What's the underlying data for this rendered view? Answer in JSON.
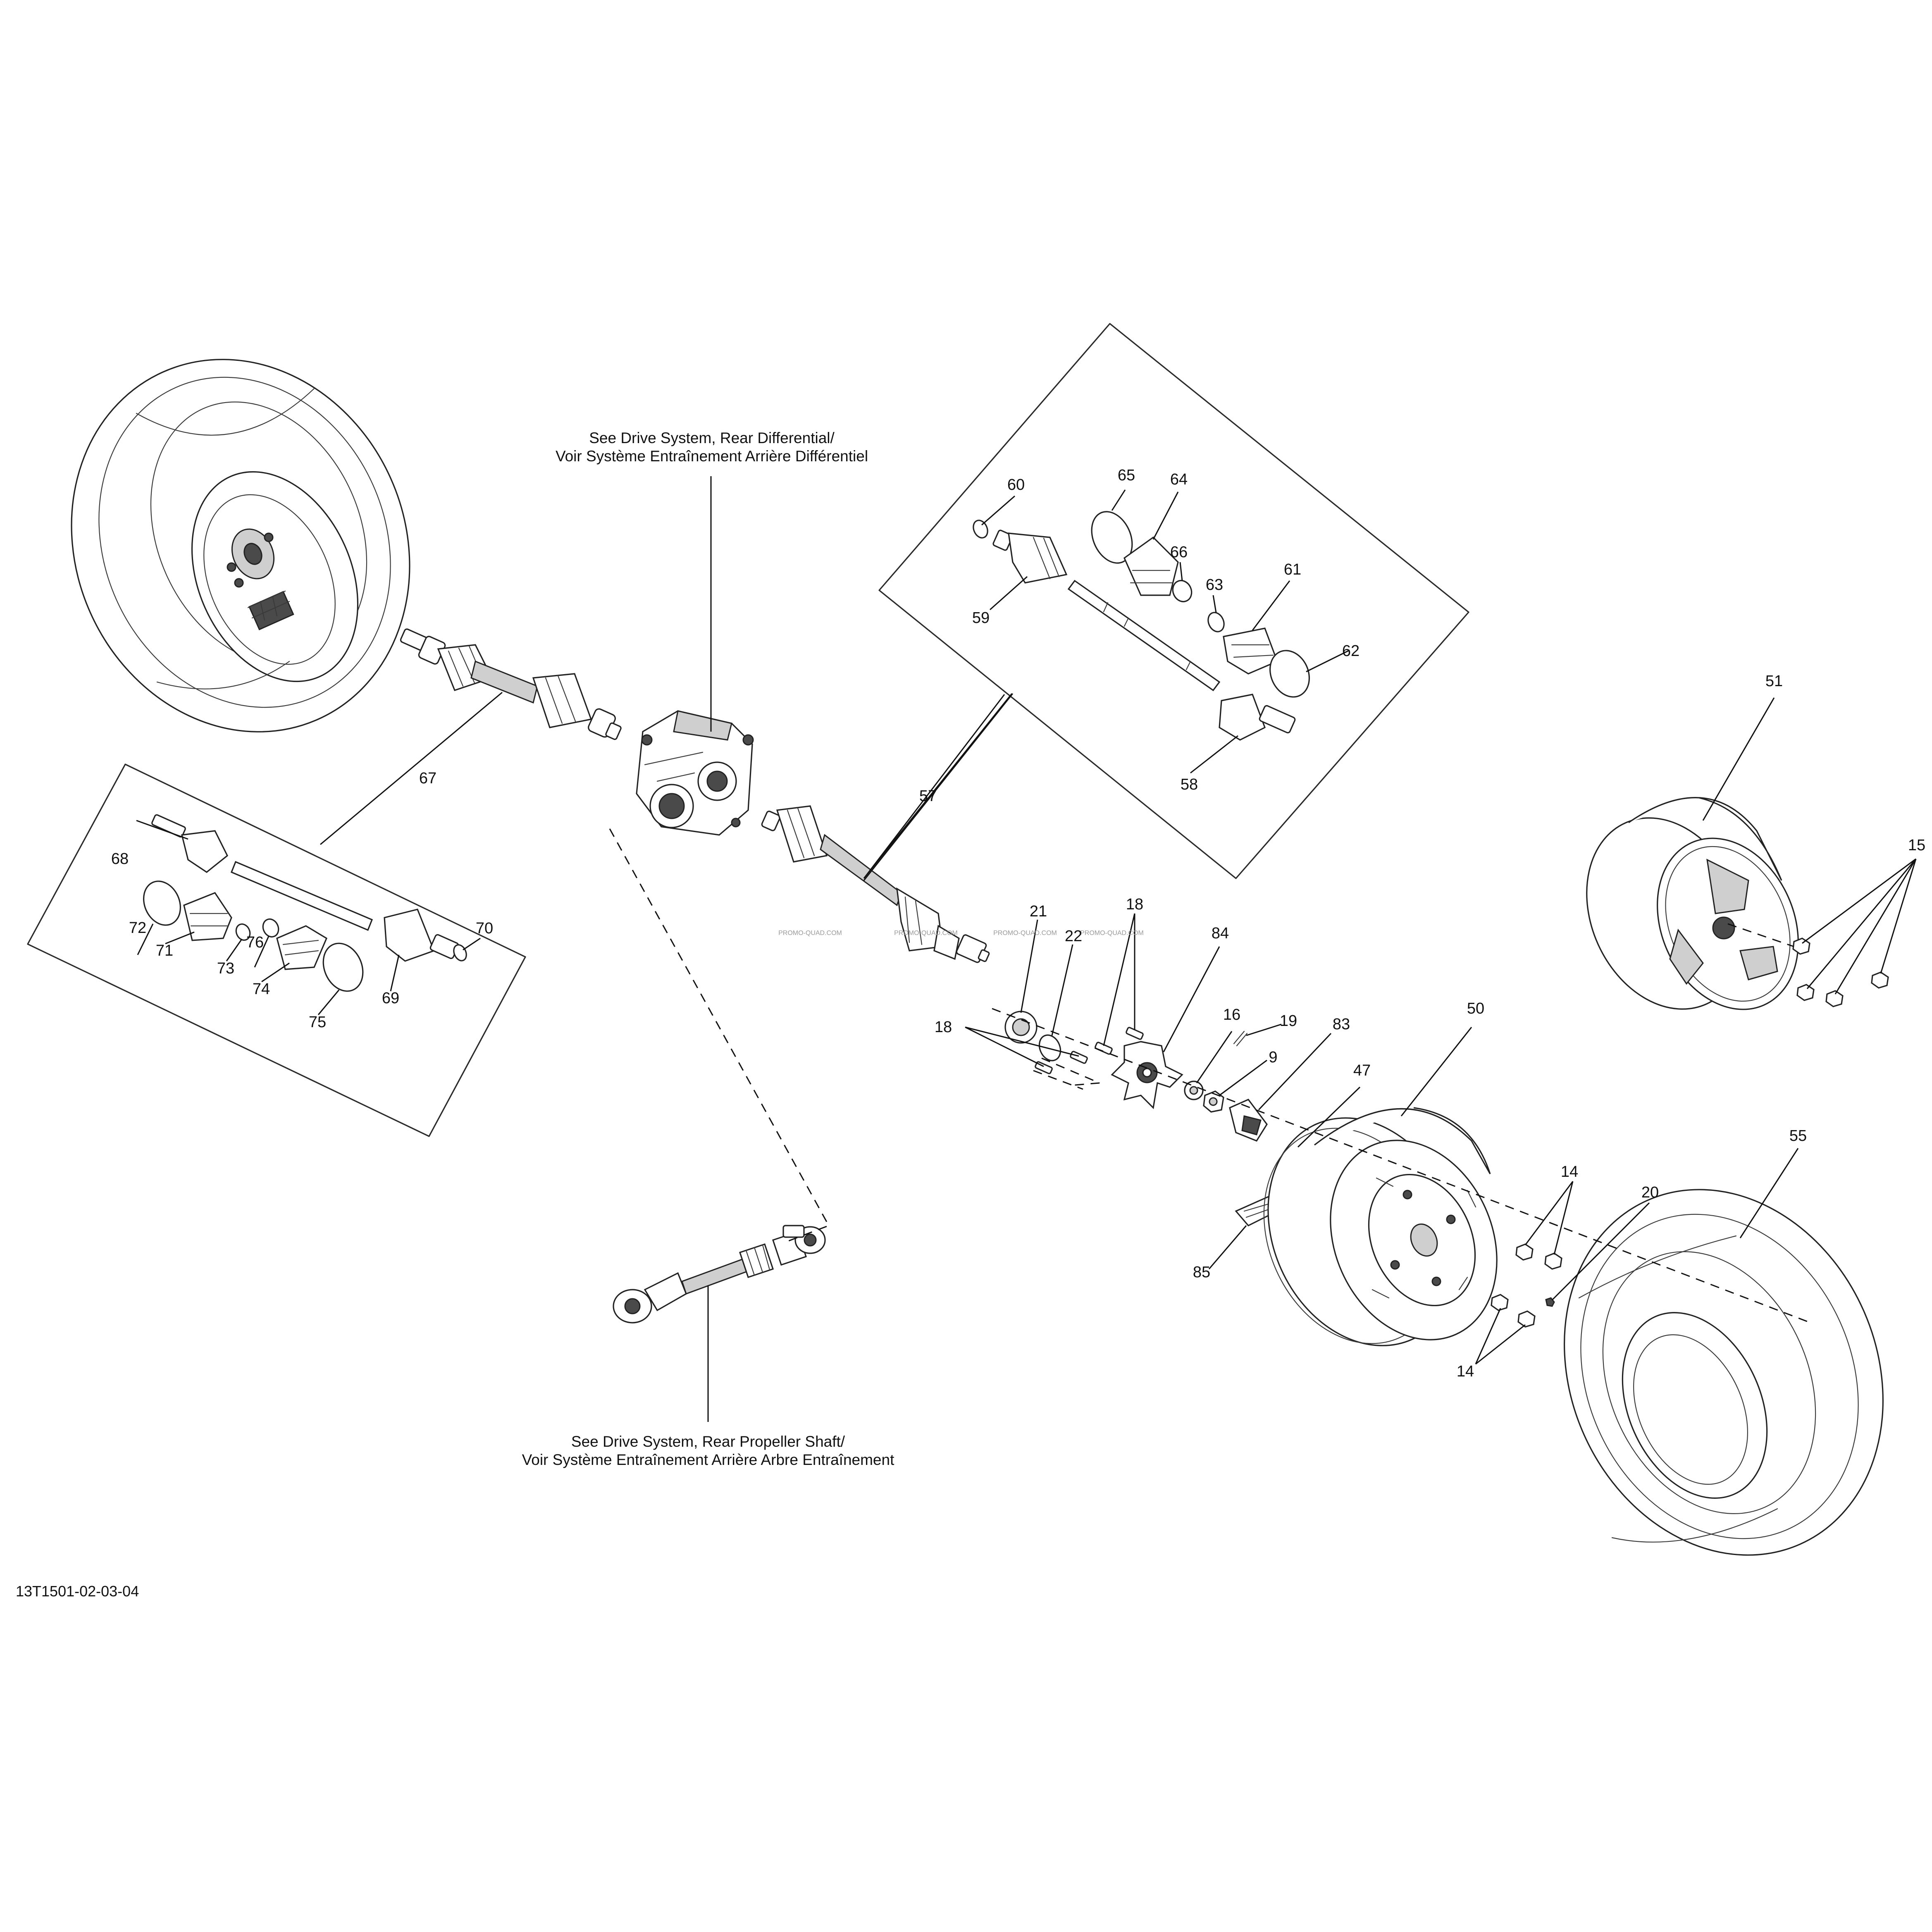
{
  "notes": {
    "rear_differential_line1": "See Drive System, Rear Differential/",
    "rear_differential_line2": "Voir Système Entraînement Arrière Différentiel",
    "propeller_shaft_line1": "See Drive System, Rear Propeller Shaft/",
    "propeller_shaft_line2": "Voir Système Entraînement Arrière Arbre Entraînement"
  },
  "document_id": "13T1501-02-03-04",
  "watermark": "PROMO-QUAD.COM",
  "callouts": {
    "c9": "9",
    "c14a": "14",
    "c14b": "14",
    "c15": "15",
    "c16": "16",
    "c18a": "18",
    "c18b": "18",
    "c19": "19",
    "c20": "20",
    "c21": "21",
    "c22": "22",
    "c47": "47",
    "c50": "50",
    "c51": "51",
    "c55": "55",
    "c57": "57",
    "c58": "58",
    "c59": "59",
    "c60": "60",
    "c61": "61",
    "c62": "62",
    "c63": "63",
    "c64": "64",
    "c65": "65",
    "c66": "66",
    "c67": "67",
    "c68": "68",
    "c69": "69",
    "c70": "70",
    "c71": "71",
    "c72": "72",
    "c73": "73",
    "c74": "74",
    "c75": "75",
    "c76": "76",
    "c83": "83",
    "c84": "84",
    "c85": "85"
  }
}
